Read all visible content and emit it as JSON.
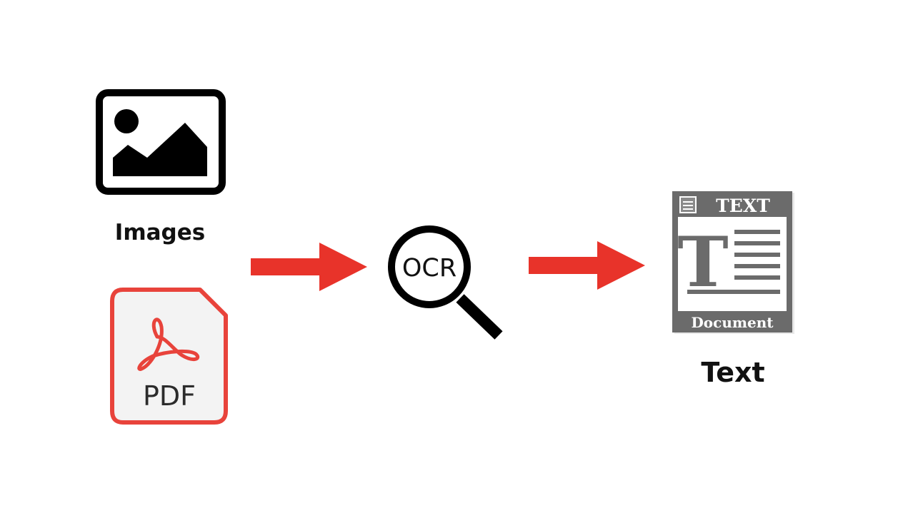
{
  "inputs": {
    "images_label": "Images",
    "pdf_icon_text": "PDF"
  },
  "process": {
    "ocr_label": "OCR"
  },
  "output": {
    "doc_header_text": "TEXT",
    "doc_letter": "T",
    "doc_footer_text": "Document",
    "text_label": "Text"
  },
  "colors": {
    "arrow": "#e8332a",
    "pdf_border": "#e8433b",
    "pdf_fill": "#f3f3f3",
    "doc_frame": "#6b6b6b",
    "icon_black": "#000000"
  },
  "icons": [
    "image-icon",
    "pdf-file-icon",
    "arrow-right-icon",
    "magnifier-ocr-icon",
    "text-document-icon"
  ]
}
